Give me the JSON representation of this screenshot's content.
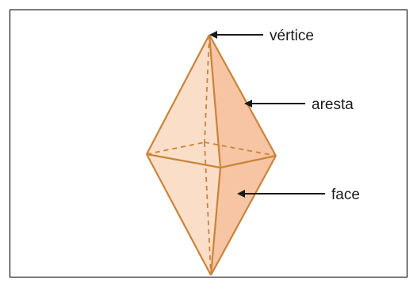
{
  "labels": {
    "vertex": "vértice",
    "edge": "aresta",
    "face": "face"
  },
  "colors": {
    "background": "#ffffff",
    "border": "#1a1a1a",
    "edge_stroke": "#c8843a",
    "face_front_left": "#fbdcc6",
    "face_front_right": "#f7c3a0",
    "face_back": "#fdebdc",
    "arrow": "#1a1a1a",
    "text": "#1a1a1a"
  },
  "shape": "bipirâmide"
}
